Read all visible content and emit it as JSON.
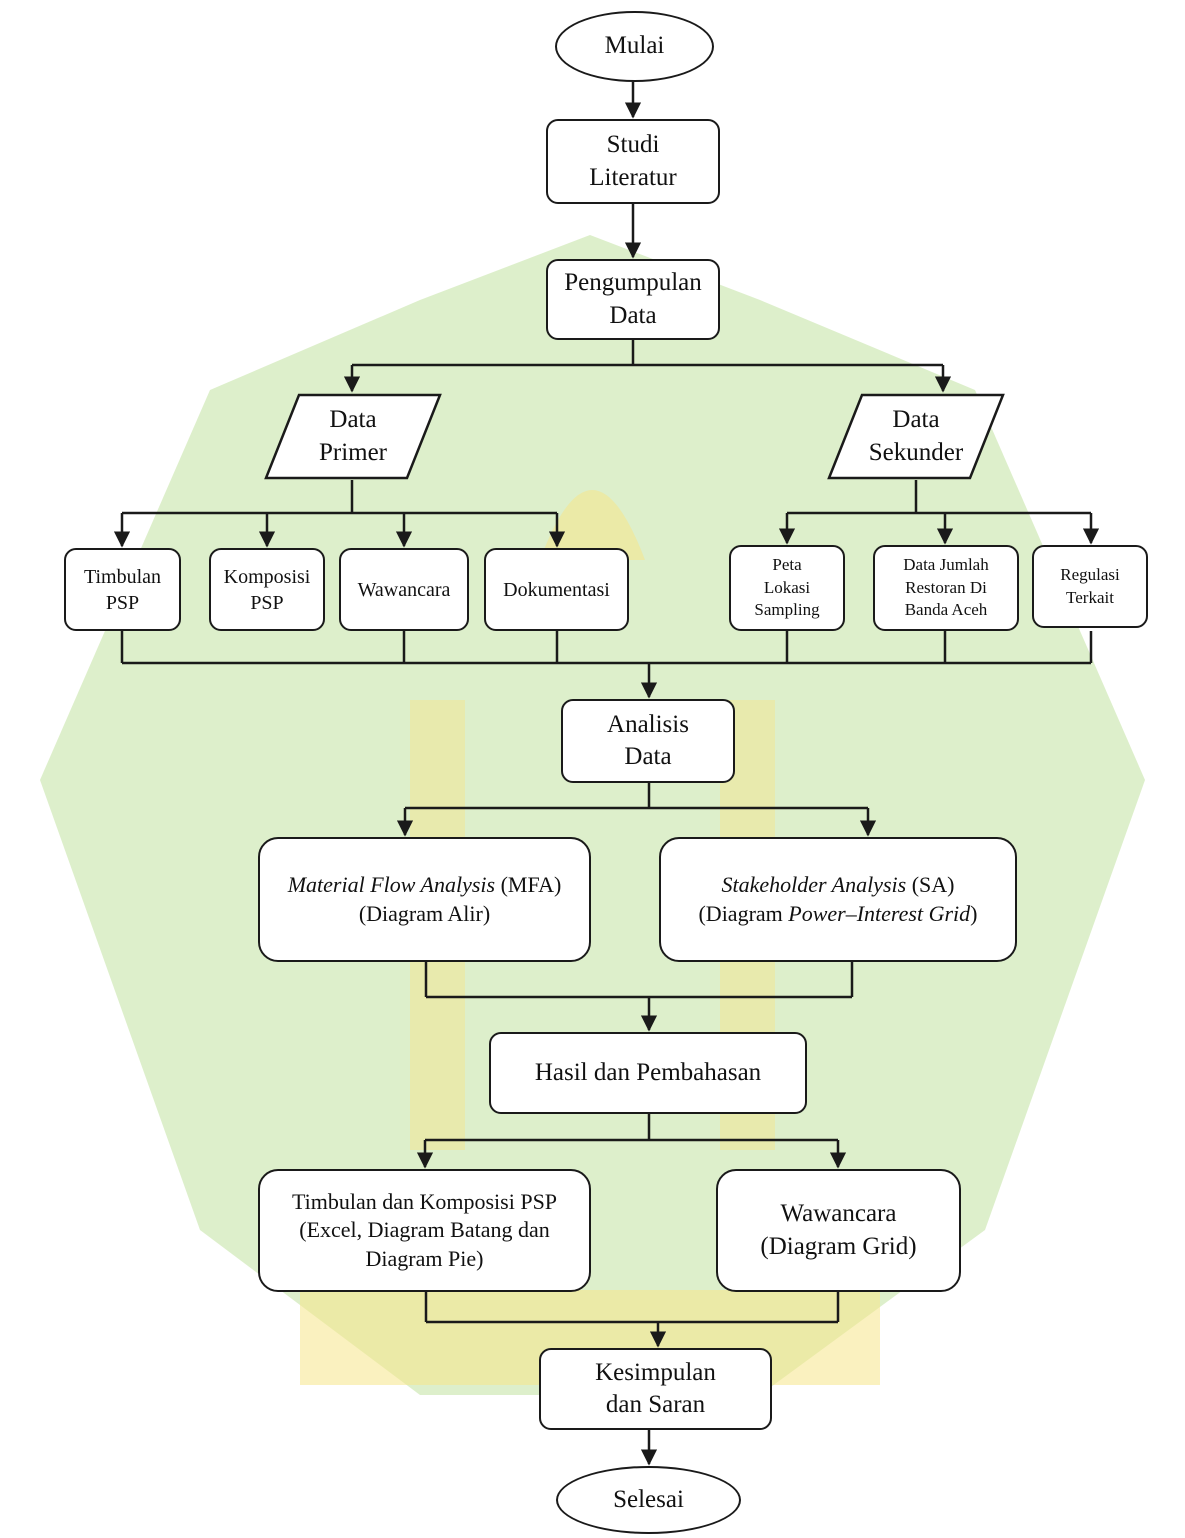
{
  "nodes": {
    "start": {
      "lines": [
        "Mulai"
      ]
    },
    "studi": {
      "lines": [
        "Studi",
        "Literatur"
      ]
    },
    "pengumpulan": {
      "lines": [
        "Pengumpulan",
        "Data"
      ]
    },
    "primer": {
      "lines": [
        "Data",
        "Primer"
      ]
    },
    "sekunder": {
      "lines": [
        "Data",
        "Sekunder"
      ]
    },
    "timbulan": {
      "lines": [
        "Timbulan",
        "PSP"
      ]
    },
    "komposisi": {
      "lines": [
        "Komposisi",
        "PSP"
      ]
    },
    "wawancara": {
      "lines": [
        "Wawancara"
      ]
    },
    "dokumentasi": {
      "lines": [
        "Dokumentasi"
      ]
    },
    "peta": {
      "lines": [
        "Peta",
        "Lokasi",
        "Sampling"
      ]
    },
    "restoran": {
      "lines": [
        "Data Jumlah",
        "Restoran Di",
        "Banda Aceh"
      ]
    },
    "regulasi": {
      "lines": [
        "Regulasi",
        "Terkait"
      ]
    },
    "analisis": {
      "lines": [
        "Analisis",
        "Data"
      ]
    },
    "mfa": {
      "line1_italic": "Material Flow Analysis",
      "line1_rest": " (MFA)",
      "line2": "(Diagram Alir)"
    },
    "sa": {
      "line1_italic": "Stakeholder Analysis",
      "line1_rest": " (SA)",
      "line2_pre": "(Diagram ",
      "line2_italic": "Power–Interest Grid",
      "line2_post": ")"
    },
    "hasil": {
      "lines": [
        "Hasil dan Pembahasan"
      ]
    },
    "timkom": {
      "lines": [
        "Timbulan dan Komposisi PSP",
        "(Excel, Diagram Batang dan",
        "Diagram Pie)"
      ]
    },
    "wawgrid": {
      "lines": [
        "Wawancara",
        "(Diagram Grid)"
      ]
    },
    "kesimpulan": {
      "lines": [
        "Kesimpulan",
        "dan Saran"
      ]
    },
    "end": {
      "lines": [
        "Selesai"
      ]
    }
  },
  "colors": {
    "line": "#1a1a1a",
    "watermark_green": "#b4dc8c",
    "watermark_gold": "#f6e58a"
  }
}
